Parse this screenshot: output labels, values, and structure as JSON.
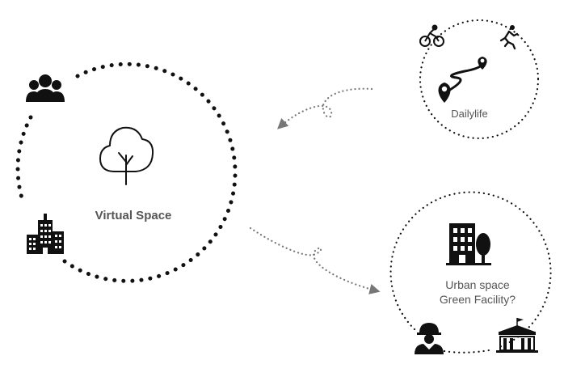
{
  "nodes": {
    "virtual": {
      "label": "Virtual Space"
    },
    "daily": {
      "label": "Dailylife"
    },
    "urban": {
      "line1": "Urban space",
      "line2": "Green Facility?"
    }
  },
  "icons": [
    "people-group-icon",
    "office-buildings-icon",
    "tree-icon",
    "cyclist-icon",
    "runner-icon",
    "route-pins-icon",
    "building-tree-icon",
    "worker-icon",
    "government-building-icon"
  ],
  "colors": {
    "dots": "#111111",
    "arrows": "#777777",
    "icon": "#111111",
    "label": "#555555"
  }
}
